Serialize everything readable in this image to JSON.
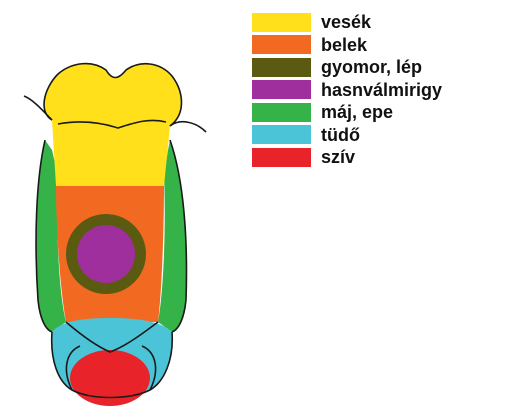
{
  "legend": [
    {
      "label": "vesék",
      "color": "#FFE01A"
    },
    {
      "label": "belek",
      "color": "#F26A22"
    },
    {
      "label": "gyomor, lép",
      "color": "#5A5A10"
    },
    {
      "label": "hasnválmirigy",
      "color": "#A02F9E"
    },
    {
      "label": "máj, epe",
      "color": "#35B248"
    },
    {
      "label": "tüdő",
      "color": "#4CC4D8"
    },
    {
      "label": "szív",
      "color": "#E8232A"
    }
  ]
}
